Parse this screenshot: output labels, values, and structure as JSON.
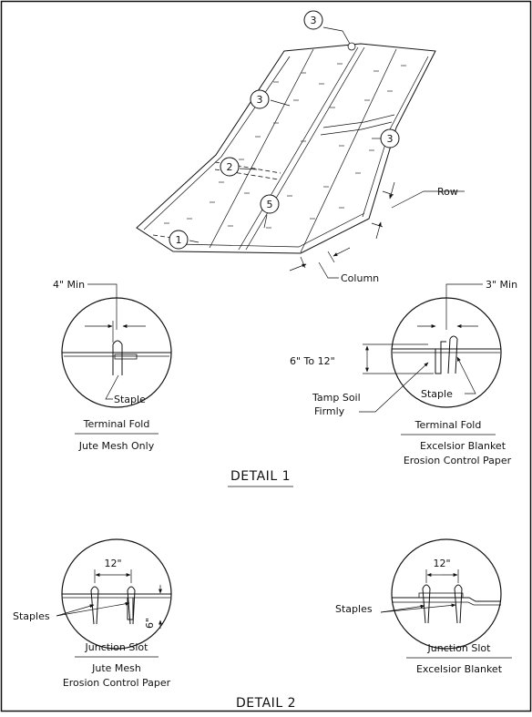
{
  "callouts": [
    "3",
    "3",
    "3",
    "2",
    "5",
    "1"
  ],
  "labels": {
    "row": "Row",
    "column": "Column",
    "min_4": "4\" Min",
    "min_3": "3\" Min",
    "range_6_12": "6\" To 12\"",
    "staple_left": "Staple",
    "staple_right": "Staple",
    "tamp_line1": "Tamp Soil",
    "tamp_line2": "Firmly",
    "dim_12_left": "12\"",
    "dim_12_right": "12\"",
    "dim_6": "6\"",
    "staples_left": "Staples",
    "staples_right": "Staples"
  },
  "captions": {
    "terminal_fold_left": "Terminal Fold",
    "jute_mesh_only": "Jute Mesh Only",
    "terminal_fold_right": "Terminal Fold",
    "excelsior_blanket_1": "Excelsior Blanket",
    "erosion_control_paper_1": "Erosion Control Paper",
    "junction_slot_left": "Junction Slot",
    "jute_mesh": "Jute Mesh",
    "erosion_control_paper_2": "Erosion Control Paper",
    "junction_slot_right": "Junction Slot",
    "excelsior_blanket_2": "Excelsior Blanket"
  },
  "details": {
    "detail1": "DETAIL 1",
    "detail2": "DETAIL 2"
  }
}
